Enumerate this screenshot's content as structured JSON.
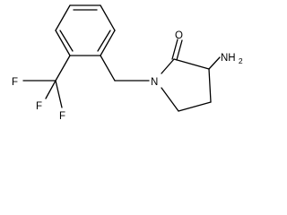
{
  "molecule": {
    "labels": {
      "oxygen": "O",
      "nitrogen": "N",
      "amine": "NH2",
      "fluorine_1": "F",
      "fluorine_2": "F",
      "fluorine_3": "F"
    }
  }
}
